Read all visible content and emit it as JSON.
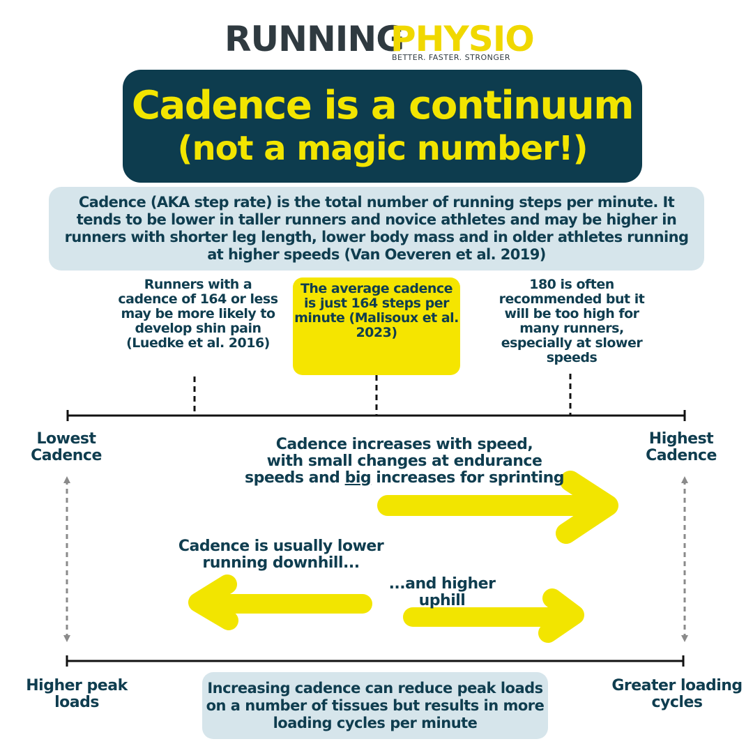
{
  "logo": {
    "brand_part1": "RUNNING",
    "brand_part2": "PHYSIO",
    "tagline": "BETTER. FASTER. STRONGER"
  },
  "title": {
    "line1": "Cadence is a continuum",
    "line2": "(not a magic number!)"
  },
  "intro": "Cadence (AKA step rate) is the total number of running steps per minute. It tends to be lower in taller runners and novice athletes and may be higher in runners with shorter leg length, lower body mass and in older athletes running at higher speeds (Van Oeveren et al. 2019)",
  "callouts": {
    "left": "Runners with a cadence of 164 or less may be more likely to develop shin pain (Luedke et al. 2016)",
    "middle": "The average cadence is just 164 steps per minute (Malisoux et al. 2023)",
    "right": "180 is often recommended but it will be too high for many runners, especially at slower speeds"
  },
  "scale_labels": {
    "lowest": "Lowest Cadence",
    "highest": "Highest Cadence",
    "higher_peak_loads": "Higher peak loads",
    "greater_loading_cycles": "Greater loading cycles"
  },
  "speed": {
    "line1": "Cadence increases with speed,",
    "line2": "with small changes at endurance",
    "line3_pre": "speeds and ",
    "line3_emph": "big",
    "line3_post": " increases for sprinting"
  },
  "downhill": "Cadence is usually lower running downhill...",
  "uphill": "...and higher uphill",
  "bottom": "Increasing cadence can reduce peak loads on a number of tissues but results in more loading cycles per minute",
  "colors": {
    "navy": "#0d3c4e",
    "yellow": "#f2e500",
    "light_blue": "#d6e5eb",
    "grey_arrow": "#8a8a8a"
  }
}
